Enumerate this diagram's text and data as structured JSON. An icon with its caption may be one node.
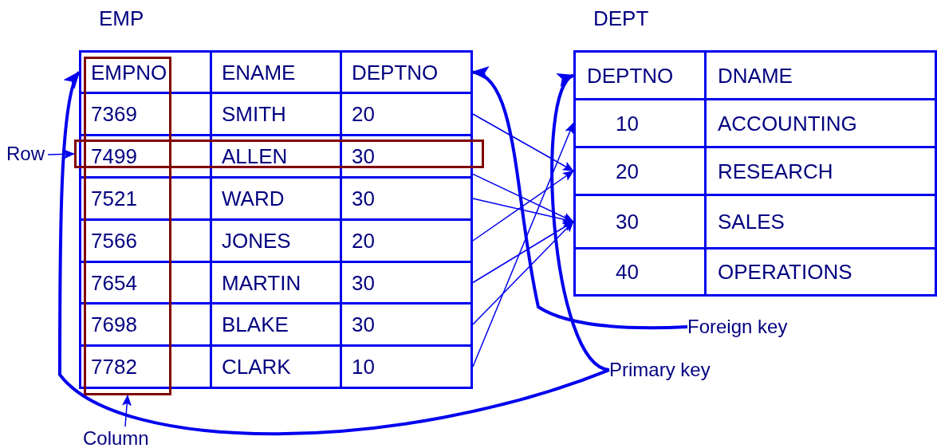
{
  "diagram": {
    "nodes": [
      {
        "text": [
          "EMP"
        ]
      },
      {
        "text": [
          "EMPNO"
        ],
        "in": 0
      },
      {
        "text": [
          "ENAME"
        ],
        "in": 0
      },
      {
        "text": [
          "DEPTNO"
        ],
        "in": 0
      },
      {
        "text": [
          "7369"
        ],
        "in": 0
      },
      {
        "text": [
          "SMITH"
        ],
        "in": 0
      },
      {
        "text": [
          "20"
        ],
        "in": 0
      },
      {
        "text": [
          "7499"
        ],
        "in": 0
      },
      {
        "text": [
          "ALLEN"
        ],
        "in": 0
      },
      {
        "text": [
          "30"
        ],
        "in": 0
      },
      {
        "text": [
          "7521"
        ],
        "in": 0
      },
      {
        "text": [
          "WARD"
        ],
        "in": 0
      },
      {
        "text": [
          "30"
        ],
        "in": 0
      },
      {
        "text": [
          "7566"
        ],
        "in": 0
      },
      {
        "text": [
          "JONES"
        ],
        "in": 0
      },
      {
        "text": [
          "20"
        ],
        "in": 0
      },
      {
        "text": [
          "7654"
        ],
        "in": 0
      },
      {
        "text": [
          "MARTIN"
        ],
        "in": 0
      },
      {
        "text": [
          "30"
        ],
        "in": 0
      },
      {
        "text": [
          "7698"
        ],
        "in": 0
      },
      {
        "text": [
          "BLAKE"
        ],
        "in": 0
      },
      {
        "text": [
          "30"
        ],
        "in": 0
      },
      {
        "text": [
          "7782"
        ],
        "in": 0
      },
      {
        "text": [
          "CLARK"
        ],
        "in": 0
      },
      {
        "text": [
          "10"
        ],
        "in": 0
      },
      {
        "text": [
          "DEPT"
        ]
      },
      {
        "text": [
          "DEPTNO"
        ],
        "in": 25
      },
      {
        "text": [
          "DNAME"
        ],
        "in": 25
      },
      {
        "text": [
          "10"
        ],
        "in": 25
      },
      {
        "text": [
          "ACCOUNTING"
        ],
        "in": 25
      },
      {
        "text": [
          "20"
        ],
        "in": 25
      },
      {
        "text": [
          "RESEARCH"
        ],
        "in": 25
      },
      {
        "text": [
          "30"
        ],
        "in": 25
      },
      {
        "text": [
          "SALES"
        ],
        "in": 25
      },
      {
        "text": [
          "40"
        ],
        "in": 25
      },
      {
        "text": [
          "OPERATIONS"
        ],
        "in": 25
      },
      {
        "text": [
          "Row"
        ]
      },
      {
        "text": [],
        "shape": "box"
      },
      {
        "text": [],
        "shape": "box"
      },
      {
        "text": [
          "Column"
        ]
      },
      {
        "text": [
          "Foreign key"
        ]
      },
      {
        "text": [
          "Primary key"
        ]
      }
    ],
    "edges": [
      {
        "from": 6,
        "to": 30,
        "arrow": "to"
      },
      {
        "from": 9,
        "to": 32,
        "arrow": "to"
      },
      {
        "from": 12,
        "to": 32,
        "arrow": "to"
      },
      {
        "from": 15,
        "to": 30,
        "arrow": "to"
      },
      {
        "from": 18,
        "to": 32,
        "arrow": "to"
      },
      {
        "from": 21,
        "to": 32,
        "arrow": "to"
      },
      {
        "from": 24,
        "to": 28,
        "arrow": "to"
      },
      {
        "from": 36,
        "to": 37,
        "arrow": "to"
      },
      {
        "from": 39,
        "to": 38,
        "arrow": "to"
      },
      {
        "from": 40,
        "to": 3,
        "arrow": "to",
        "style": "thick"
      },
      {
        "from": 41,
        "to": 1,
        "arrow": "to",
        "style": "thick"
      },
      {
        "from": 41,
        "to": 26,
        "arrow": "to",
        "style": "thick"
      }
    ]
  }
}
